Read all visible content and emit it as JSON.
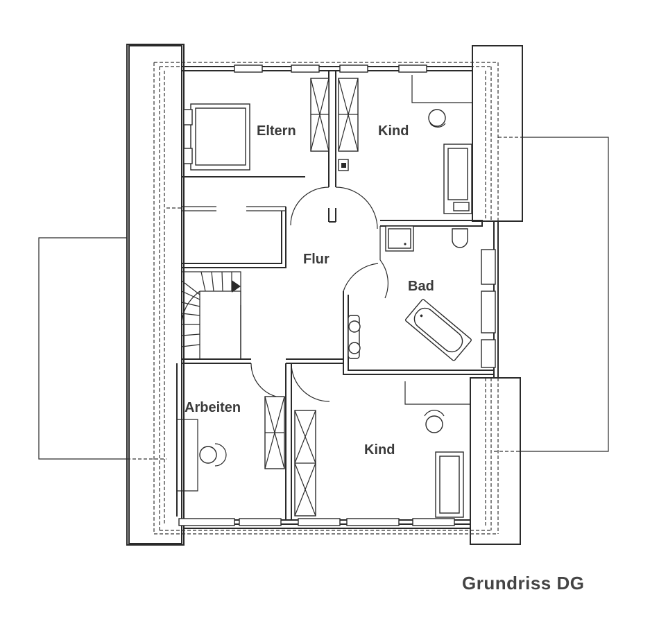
{
  "plan": {
    "title": "Grundriss DG",
    "rooms": {
      "eltern": "Eltern",
      "kind_top": "Kind",
      "flur": "Flur",
      "bad": "Bad",
      "arbeiten": "Arbeiten",
      "kind_bottom": "Kind"
    }
  }
}
